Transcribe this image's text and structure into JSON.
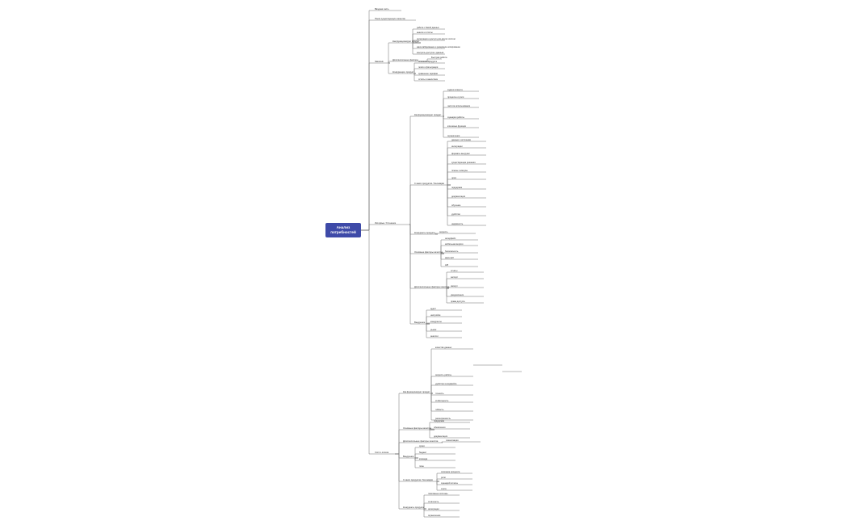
{
  "root": {
    "title": "Анализ потребностей"
  },
  "colors": {
    "line": "#6f6f6f",
    "text": "#2a2a2a",
    "root_bg": "#3e4aa8"
  },
  "nodes": [
    {
      "id": "b1",
      "label": "Вводная часть"
    },
    {
      "id": "b2",
      "label": "Поиск существующих клиентов"
    },
    {
      "id": "b3",
      "label": "Заказчик"
    },
    {
      "id": "b4",
      "label": "Интервью. Уточнение"
    },
    {
      "id": "b5",
      "label": "Счёт и оплата"
    },
    {
      "id": "s31",
      "label": "Как функционирует продукт"
    },
    {
      "id": "s32",
      "label": "Дополнительные факторы"
    },
    {
      "id": "s33",
      "label": "Конкуренция, продукт"
    },
    {
      "id": "s41",
      "label": "Как функционирует продукт"
    },
    {
      "id": "s42",
      "label": "С каких продуктов / бенчмарки"
    },
    {
      "id": "s43",
      "label": "Конкуренты продукта"
    },
    {
      "id": "s44",
      "label": "Основные факторы качества"
    },
    {
      "id": "s45",
      "label": "Дополнительные факторы качества"
    },
    {
      "id": "s46",
      "label": "Внедрение"
    },
    {
      "id": "s51",
      "label": "Как функционирует продукт"
    },
    {
      "id": "s52",
      "label": "Основные факторы качества"
    },
    {
      "id": "s53",
      "label": "Дополнительные факторы качества"
    },
    {
      "id": "s54",
      "label": "Внедрение"
    },
    {
      "id": "s55",
      "label": "С каких продуктов / бенчмарки"
    },
    {
      "id": "s56",
      "label": "Конкуренты продукта"
    }
  ],
  "note": "",
  "leaves": [
    "работа с базой данных",
    "анализ и отчёты",
    "интеграция и доступ для других систем",
    "масштабирование и резервное копирование",
    "контроль доступа к данным",
    "Быстрая работа",
    "описание продукта",
    "поиск и фильтрация",
    "сравнение тарифов",
    "отчёты и аналитика",
    "задачи клиента",
    "процессы и роли",
    "частота использования",
    "сценарии работы",
    "ключевые функции",
    "ограничения",
    "данные и источники",
    "интеграции",
    "форматы выгрузки",
    "существующие решения",
    "плюсы и минусы",
    "цена",
    "поддержка",
    "документация",
    "обучение",
    "удобство",
    "надёжность",
    "скорость",
    "интерфейс",
    "мобильная версия",
    "безопасность",
    "масштаб",
    "API",
    "отчёты",
    "экспорт",
    "импорт",
    "уведомления",
    "права доступа",
    "аудит",
    "настройки",
    "конкуренты",
    "рынок",
    "аналоги",
    "качество данных",
    "скорость работы",
    "удобство интерфейса",
    "точность",
    "стабильность",
    "гибкость",
    "расширяемость",
    "поддержка",
    "обновления",
    "документация",
    "локализация",
    "сроки",
    "бюджет",
    "команда",
    "план",
    "описание процесса",
    "роли",
    "сценарий оплаты",
    "счета",
    "платёжные системы",
    "отчётность",
    "интеграции",
    "ограничения",
    "безопасность",
    "поддержка",
    "надёжность",
    "скорость",
    "удобство",
    "расширяемость",
    "поддержка",
    "сроки",
    "бюджет",
    "команда",
    "аналоги",
    "рынок",
    "цена",
    "поддержка",
    "конкуренты",
    "плюсы",
    "минусы",
    "цена"
  ]
}
